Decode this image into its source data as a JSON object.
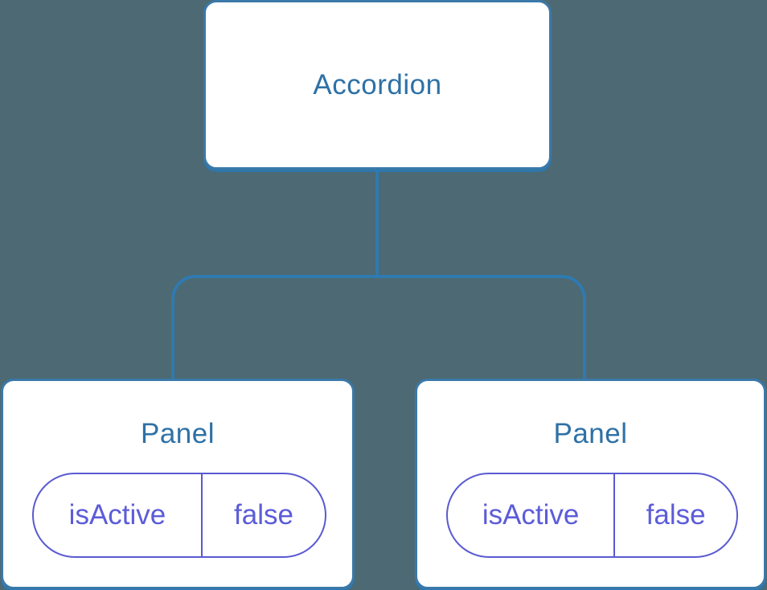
{
  "tree": {
    "root": {
      "label": "Accordion"
    },
    "children": [
      {
        "label": "Panel",
        "state": {
          "key": "isActive",
          "value": "false"
        }
      },
      {
        "label": "Panel",
        "state": {
          "key": "isActive",
          "value": "false"
        }
      }
    ]
  },
  "colors": {
    "background": "#4d6973",
    "connector": "#2f7ab0",
    "node_border": "#3a79a9",
    "node_title_text": "#2e71a6",
    "state_accent": "#5a5ad2",
    "node_fill": "#ffffff"
  }
}
